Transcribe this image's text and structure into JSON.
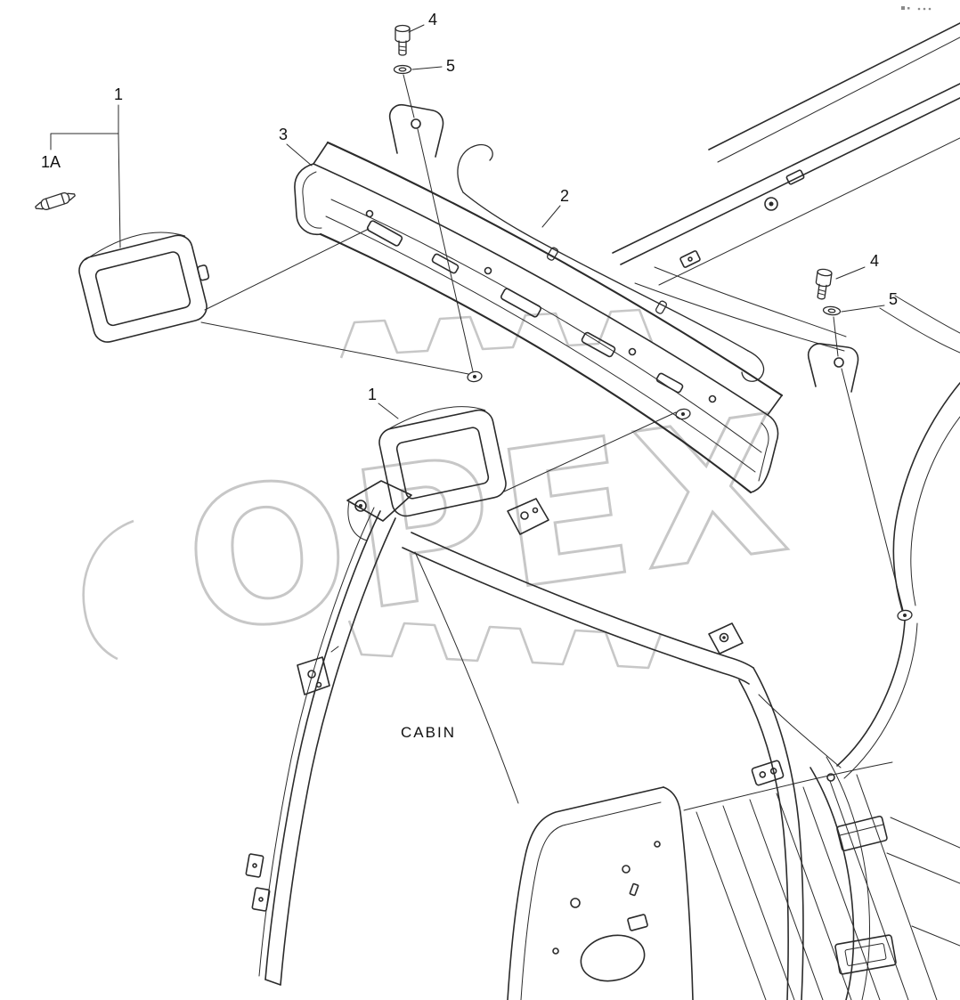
{
  "diagram": {
    "type": "exploded-parts-diagram",
    "subject": "cabin work lamp assembly",
    "cabin_label": "CABIN",
    "watermark_text": "OPEX",
    "callouts": {
      "lamp_top": "1",
      "bulb": "1A",
      "lamp_mid": "1",
      "harness": "2",
      "bracket": "3",
      "bolt_top": "4",
      "washer_top": "5",
      "bolt_right": "4",
      "washer_right": "5"
    },
    "colors": {
      "line": "#2b2b2b",
      "watermark": "#c7c7c7",
      "background": "#ffffff"
    }
  }
}
